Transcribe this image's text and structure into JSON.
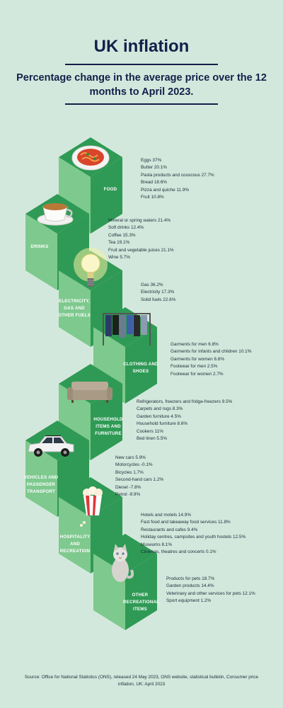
{
  "title": "UK inflation",
  "subtitle": "Percentage change in the average price over the 12 months to April 2023.",
  "colors": {
    "background": "#d3e8dc",
    "dark_green": "#2f9a55",
    "light_green": "#7ec98e",
    "title_navy": "#141e4a"
  },
  "chart_data": {
    "type": "table",
    "title": "UK inflation",
    "subtitle": "Percentage change in the average price over the 12 months to April 2023.",
    "unit": "%",
    "categories": [
      {
        "name": "FOOD",
        "icon": "pasta-plate-icon",
        "items": [
          {
            "label": "Eggs",
            "value": 37,
            "text": "Eggs 37%"
          },
          {
            "label": "Butter",
            "value": 20.1,
            "text": "Butter 20.1%"
          },
          {
            "label": "Pasta products and couscous",
            "value": 27.7,
            "text": "Pasta products and couscous 27.7%"
          },
          {
            "label": "Bread",
            "value": 18.6,
            "text": "Bread 18.6%"
          },
          {
            "label": "Pizza and quiche",
            "value": 11.9,
            "text": "Pizza and quiche 11.9%"
          },
          {
            "label": "Fruit",
            "value": 10.8,
            "text": "Fruit 10.8%"
          }
        ]
      },
      {
        "name": "DRINKS",
        "icon": "teacup-icon",
        "items": [
          {
            "label": "Mineral or spring waters",
            "value": 21.4,
            "text": "Mineral or spring waters 21.4%"
          },
          {
            "label": "Soft drinks",
            "value": 12.4,
            "text": "Soft drinks 12.4%"
          },
          {
            "label": "Coffee",
            "value": 15.3,
            "text": "Coffee 15.3%"
          },
          {
            "label": "Tea",
            "value": 19.1,
            "text": "Tea 19.1%"
          },
          {
            "label": "Fruit and vegetable juices",
            "value": 21.1,
            "text": "Fruit and vegetable juices 21.1%"
          },
          {
            "label": "Wine",
            "value": 5.7,
            "text": "Wine 5.7%"
          }
        ]
      },
      {
        "name": "ELECTRICITY, GAS AND OTHER FUELS",
        "icon": "lightbulb-icon",
        "items": [
          {
            "label": "Gas",
            "value": 36.2,
            "text": "Gas 36.2%"
          },
          {
            "label": "Electricity",
            "value": 17.3,
            "text": "Electricity 17.3%"
          },
          {
            "label": "Solid fuels",
            "value": 22.6,
            "text": "Solid fuels 22.6%"
          }
        ]
      },
      {
        "name": "CLOTHING AND SHOES",
        "icon": "clothes-rack-icon",
        "items": [
          {
            "label": "Garments for men",
            "value": 6.8,
            "text": "Garments for men 6.8%"
          },
          {
            "label": "Garments for infants and children",
            "value": 10.1,
            "text": "Garments for infants and children 10.1%"
          },
          {
            "label": "Garments for women",
            "value": 6.8,
            "text": "Garments for women 6.8%"
          },
          {
            "label": "Footwear for men",
            "value": 2.5,
            "text": "Footwear for men 2.5%"
          },
          {
            "label": "Footwear for women",
            "value": 2.7,
            "text": "Footwear for women 2.7%"
          }
        ]
      },
      {
        "name": "HOUSEHOLD ITEMS AND FURNITURE",
        "icon": "sofa-icon",
        "items": [
          {
            "label": "Refrigerators, freezers and fridge-freezers",
            "value": 9.5,
            "text": "Refrigerators, freezers and fridge-freezers 9.5%"
          },
          {
            "label": "Carpets and rugs",
            "value": 8.3,
            "text": "Carpets and rugs 8.3%"
          },
          {
            "label": "Garden furniture",
            "value": 4.5,
            "text": "Garden furniture 4.5%"
          },
          {
            "label": "Household furniture",
            "value": 8.6,
            "text": "Household furniture 8.6%"
          },
          {
            "label": "Cookers",
            "value": 11,
            "text": "Cookers 11%"
          },
          {
            "label": "Bed linen",
            "value": 5.5,
            "text": "Bed linen 5.5%"
          }
        ]
      },
      {
        "name": "VEHICLES AND PASSENGER TRANSPORT",
        "icon": "car-icon",
        "items": [
          {
            "label": "New cars",
            "value": 5.9,
            "text": "New cars 5.9%"
          },
          {
            "label": "Motorcycles",
            "value": -0.1,
            "text": "Motorcycles -0.1%"
          },
          {
            "label": "Bicycles",
            "value": 1.7,
            "text": "Bicycles 1.7%"
          },
          {
            "label": "Second-hand cars",
            "value": 1.2,
            "text": "Second-hand cars 1.2%"
          },
          {
            "label": "Diesel",
            "value": -7.8,
            "text": "Diesel -7.8%"
          },
          {
            "label": "Petrol",
            "value": -9.9,
            "text": "Petrol -9.9%"
          }
        ]
      },
      {
        "name": "HOSPITALITY AND RECREATION",
        "icon": "popcorn-icon",
        "items": [
          {
            "label": "Hotels and motels",
            "value": 14.9,
            "text": "Hotels and motels 14.9%"
          },
          {
            "label": "Fast food and takeaway food services",
            "value": 11.8,
            "text": "Fast food and takeaway food services 11.8%"
          },
          {
            "label": "Restaurants and cafes",
            "value": 9.4,
            "text": "Restaurants and cafes 9.4%"
          },
          {
            "label": "Holiday centres, campsites and youth hostels",
            "value": 12.5,
            "text": "Holiday centres, campsites and youth hostels 12.5%"
          },
          {
            "label": "Museums",
            "value": 8.1,
            "text": "Museums 8.1%"
          },
          {
            "label": "Cinemas, theatres and concerts",
            "value": 0.1,
            "text": "Cinemas, theatres and concerts 0.1%"
          }
        ]
      },
      {
        "name": "OTHER RECREATIONAL ITEMS",
        "icon": "cat-icon",
        "items": [
          {
            "label": "Products for pets",
            "value": 18.7,
            "text": "Products for pets 18.7%"
          },
          {
            "label": "Garden products",
            "value": 14.4,
            "text": "Garden products 14.4%"
          },
          {
            "label": "Veterinary and other services for pets",
            "value": 12.1,
            "text": "Veterinary and other services for pets 12.1%"
          },
          {
            "label": "Sport equipment",
            "value": 1.2,
            "text": "Sport equipment 1.2%"
          }
        ]
      }
    ]
  },
  "source": "Source: Office for National Statistics (ONS), released 24 May  2023, ONS website, statistical bulletin, Consumer price inflation, UK: April 2023"
}
